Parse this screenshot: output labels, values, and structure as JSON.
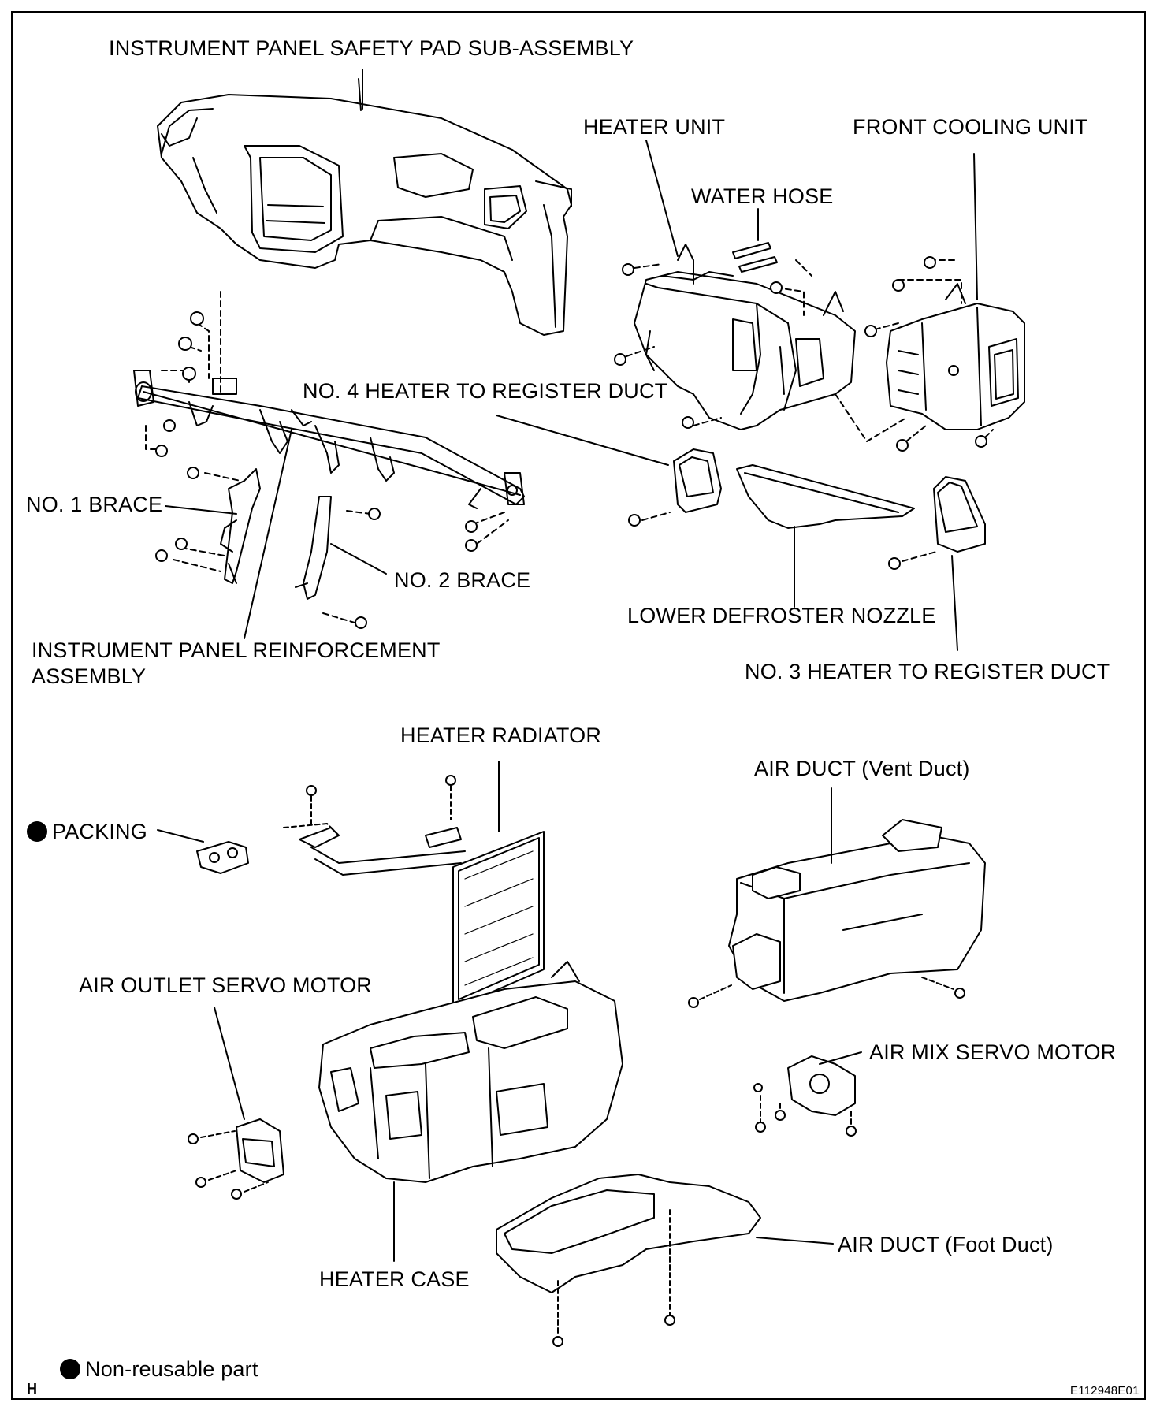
{
  "labels": {
    "safety_pad": "INSTRUMENT PANEL SAFETY PAD SUB-ASSEMBLY",
    "heater_unit": "HEATER UNIT",
    "front_cooling_unit": "FRONT COOLING UNIT",
    "water_hose": "WATER HOSE",
    "no4_duct": "NO. 4 HEATER TO REGISTER DUCT",
    "no1_brace": "NO. 1 BRACE",
    "no2_brace": "NO. 2 BRACE",
    "lower_defroster": "LOWER DEFROSTER NOZZLE",
    "reinforcement_line1": "INSTRUMENT PANEL REINFORCEMENT",
    "reinforcement_line2": "ASSEMBLY",
    "no3_duct": "NO. 3 HEATER TO REGISTER DUCT",
    "heater_radiator": "HEATER RADIATOR",
    "air_duct_vent": "AIR DUCT (Vent Duct)",
    "packing": "PACKING",
    "air_outlet_servo": "AIR OUTLET SERVO MOTOR",
    "air_mix_servo": "AIR MIX SERVO MOTOR",
    "air_duct_foot": "AIR DUCT (Foot Duct)",
    "heater_case": "HEATER CASE"
  },
  "legend": {
    "text": "Non-reusable part",
    "symbol": "filled-circle"
  },
  "footer": {
    "section_letter": "H",
    "figure_code": "E112948E01"
  }
}
